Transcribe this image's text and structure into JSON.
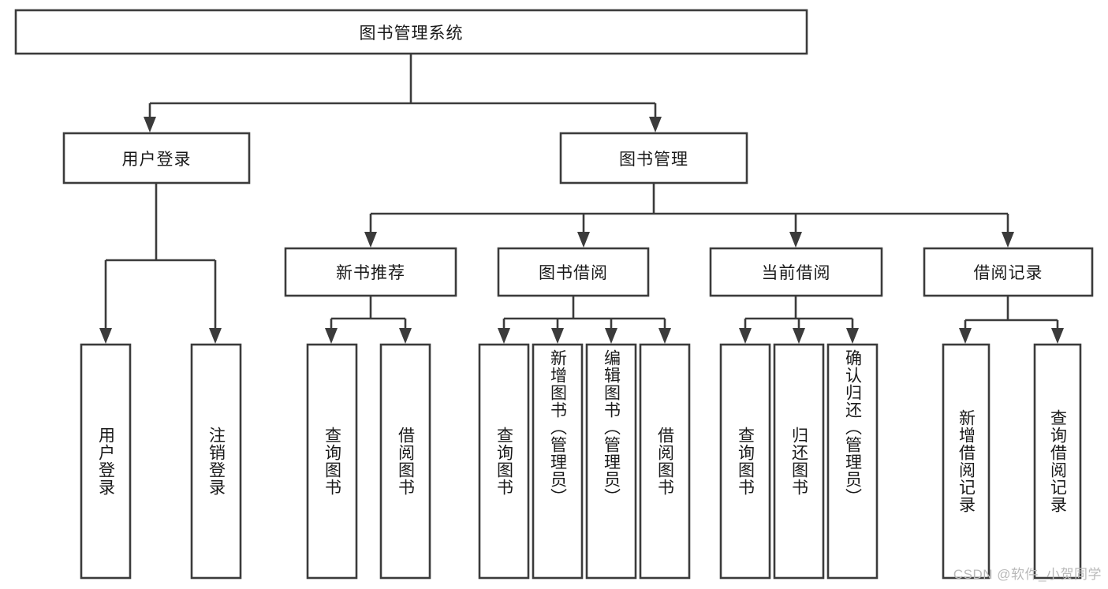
{
  "diagram": {
    "type": "tree",
    "title_node": "图书管理系统",
    "watermark": "CSDN @软件_小贺同学",
    "colors": {
      "box_stroke": "#3b3b3b",
      "box_fill": "#ffffff",
      "text": "#1a1a1a",
      "watermark": "#b9b9b9",
      "background": "#ffffff"
    },
    "root": {
      "label": "图书管理系统"
    },
    "level2": [
      {
        "label": "用户登录"
      },
      {
        "label": "图书管理"
      }
    ],
    "level3": [
      {
        "label": "新书推荐"
      },
      {
        "label": "图书借阅"
      },
      {
        "label": "当前借阅"
      },
      {
        "label": "借阅记录"
      }
    ],
    "leaves": {
      "user_login": [
        {
          "label": "用户登录"
        },
        {
          "label": "注销登录"
        }
      ],
      "new_book": [
        {
          "label": "查询图书"
        },
        {
          "label": "借阅图书"
        }
      ],
      "book_borrow": [
        {
          "label": "查询图书"
        },
        {
          "label": "新增图书（管理员）"
        },
        {
          "label": "编辑图书（管理员）"
        },
        {
          "label": "借阅图书"
        }
      ],
      "current_borrow": [
        {
          "label": "查询图书"
        },
        {
          "label": "归还图书"
        },
        {
          "label": "确认归还（管理员）"
        }
      ],
      "borrow_record": [
        {
          "label": "新增借阅记录"
        },
        {
          "label": "查询借阅记录"
        }
      ]
    }
  }
}
